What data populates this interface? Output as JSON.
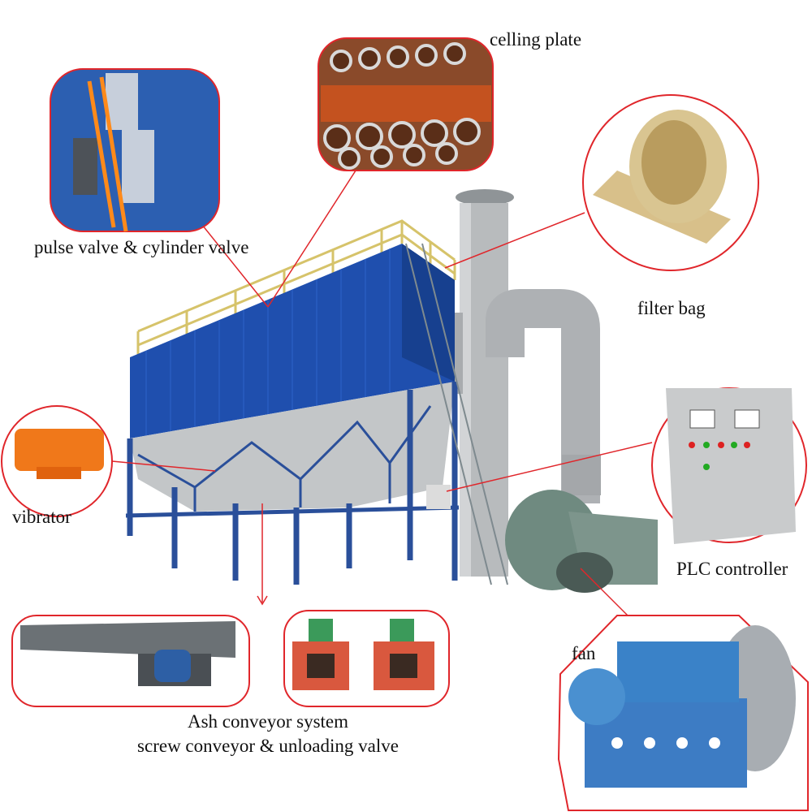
{
  "labels": {
    "celling_plate": "celling plate",
    "pulse_valve": "pulse valve & cylinder valve",
    "filter_bag": "filter bag",
    "vibrator": "vibrator",
    "plc_controller": "PLC controller",
    "fan": "fan",
    "ash_conveyor_title": "Ash conveyor system",
    "ash_conveyor_sub": "screw conveyor & unloading valve"
  },
  "colors": {
    "callout_border": "#e0262b",
    "collector_blue": "#1f4fae",
    "steel_gray": "#b9bcbf",
    "leg_blue": "#2a4f9a"
  }
}
